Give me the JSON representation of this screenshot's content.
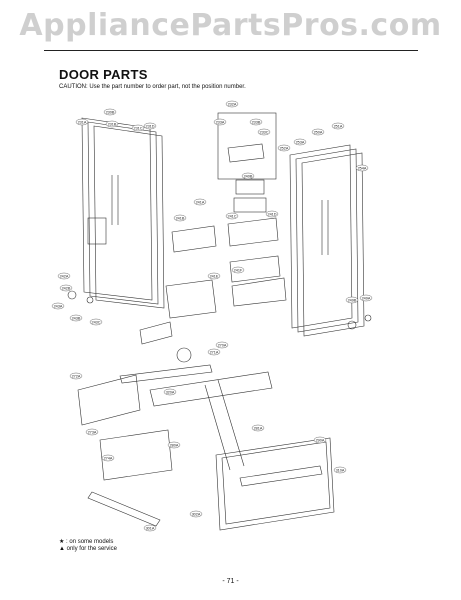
{
  "watermark": "AppliancePartsPros.com",
  "section_title": "DOOR PARTS",
  "caution": "CAUTION: Use the part number to order part, not the position number.",
  "callouts": [
    {
      "label": "230B"
    },
    {
      "label": "231A"
    },
    {
      "label": "231B"
    },
    {
      "label": "231C"
    },
    {
      "label": "231D"
    },
    {
      "label": "232A"
    },
    {
      "label": "233A"
    },
    {
      "label": "233B"
    },
    {
      "label": "233C"
    },
    {
      "label": "240B"
    },
    {
      "label": "241A"
    },
    {
      "label": "241B"
    },
    {
      "label": "241C"
    },
    {
      "label": "241D"
    },
    {
      "label": "241E"
    },
    {
      "label": "241F"
    },
    {
      "label": "242A"
    },
    {
      "label": "242B"
    },
    {
      "label": "243A"
    },
    {
      "label": "243B"
    },
    {
      "label": "243C"
    },
    {
      "label": "249A"
    },
    {
      "label": "249B"
    },
    {
      "label": "250A"
    },
    {
      "label": "251A"
    },
    {
      "label": "252A"
    },
    {
      "label": "253A"
    },
    {
      "label": "254A"
    },
    {
      "label": "270A"
    },
    {
      "label": "271A"
    },
    {
      "label": "272A"
    },
    {
      "label": "273A"
    },
    {
      "label": "274A"
    },
    {
      "label": "280A"
    },
    {
      "label": "281A"
    },
    {
      "label": "290A"
    },
    {
      "label": "301A"
    },
    {
      "label": "302A"
    },
    {
      "label": "310A"
    },
    {
      "label": "320A"
    }
  ],
  "legend": {
    "some_models": "★ : on some models",
    "service_only": "▲ only for the service"
  },
  "page_number": "- 71 -"
}
